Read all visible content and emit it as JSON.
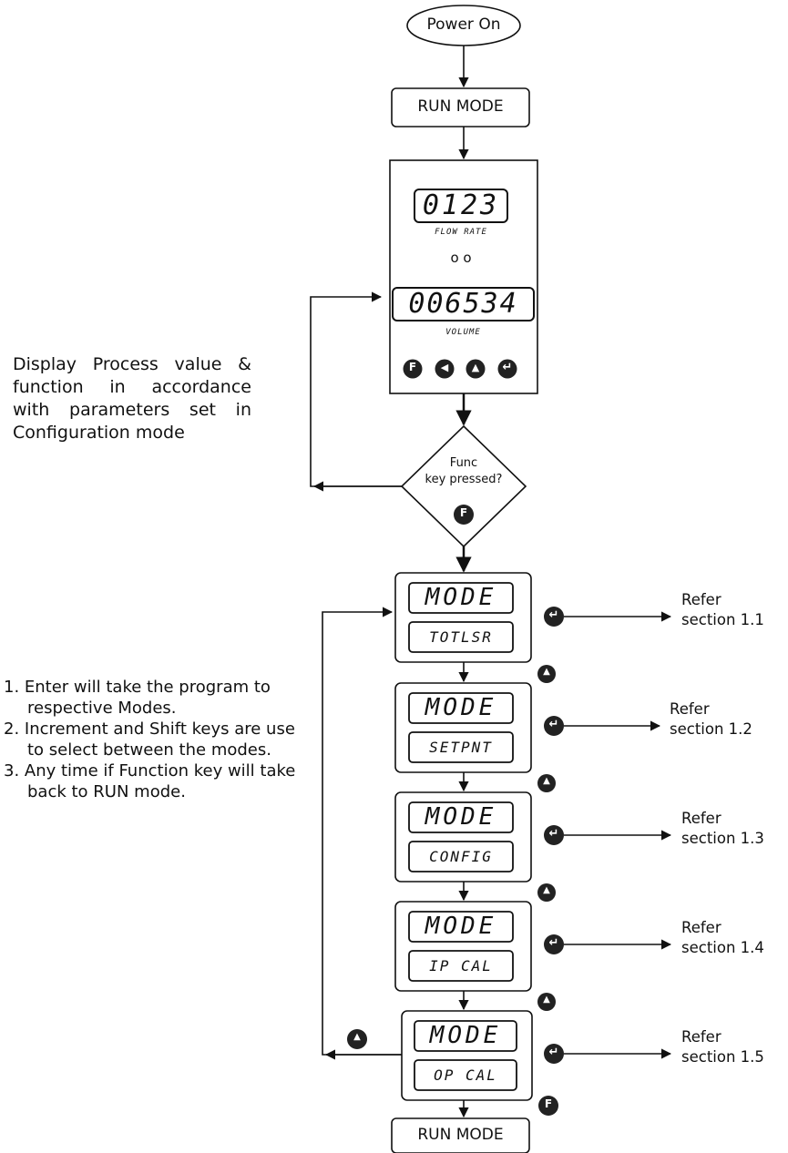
{
  "start": {
    "label": "Power On"
  },
  "run_mode_top": {
    "label": "RUN MODE"
  },
  "run_mode_bottom": {
    "label": "RUN MODE"
  },
  "meter": {
    "display1": "0123",
    "label1": "FLOW RATE",
    "leds": "o o",
    "display2": "006534",
    "label2": "VOLUME",
    "keys": [
      {
        "icon": "function-key-icon",
        "glyph": "F"
      },
      {
        "icon": "shift-key-icon",
        "glyph": "◀"
      },
      {
        "icon": "increment-key-icon",
        "glyph": "▲"
      },
      {
        "icon": "enter-key-icon",
        "glyph": "↵"
      }
    ]
  },
  "decision": {
    "line1": "Func",
    "line2": "key pressed?",
    "key": "F"
  },
  "process_note": "Display Process value & function in accordance with parameters set in Configuration mode",
  "modes": [
    {
      "top": "MODE",
      "bottom": "TOTLSR",
      "refer": "Refer",
      "section": "section 1.1"
    },
    {
      "top": "MODE",
      "bottom": "SETPNT",
      "refer": "Refer",
      "section": "section 1.2"
    },
    {
      "top": "MODE",
      "bottom": "CONFIG",
      "refer": "Refer",
      "section": "section 1.3"
    },
    {
      "top": "MODE",
      "bottom": "IP CAL",
      "refer": "Refer",
      "section": "section 1.4"
    },
    {
      "top": "MODE",
      "bottom": "OP CAL",
      "refer": "Refer",
      "section": "section 1.5"
    }
  ],
  "notes": [
    "1. Enter will take the program to respective Modes.",
    "2. Increment and Shift keys are use to select between the modes.",
    "3. Any time if Function key will take back to RUN mode."
  ],
  "keys_glyphs": {
    "enter": "↵",
    "increment": "▲",
    "function": "F"
  }
}
